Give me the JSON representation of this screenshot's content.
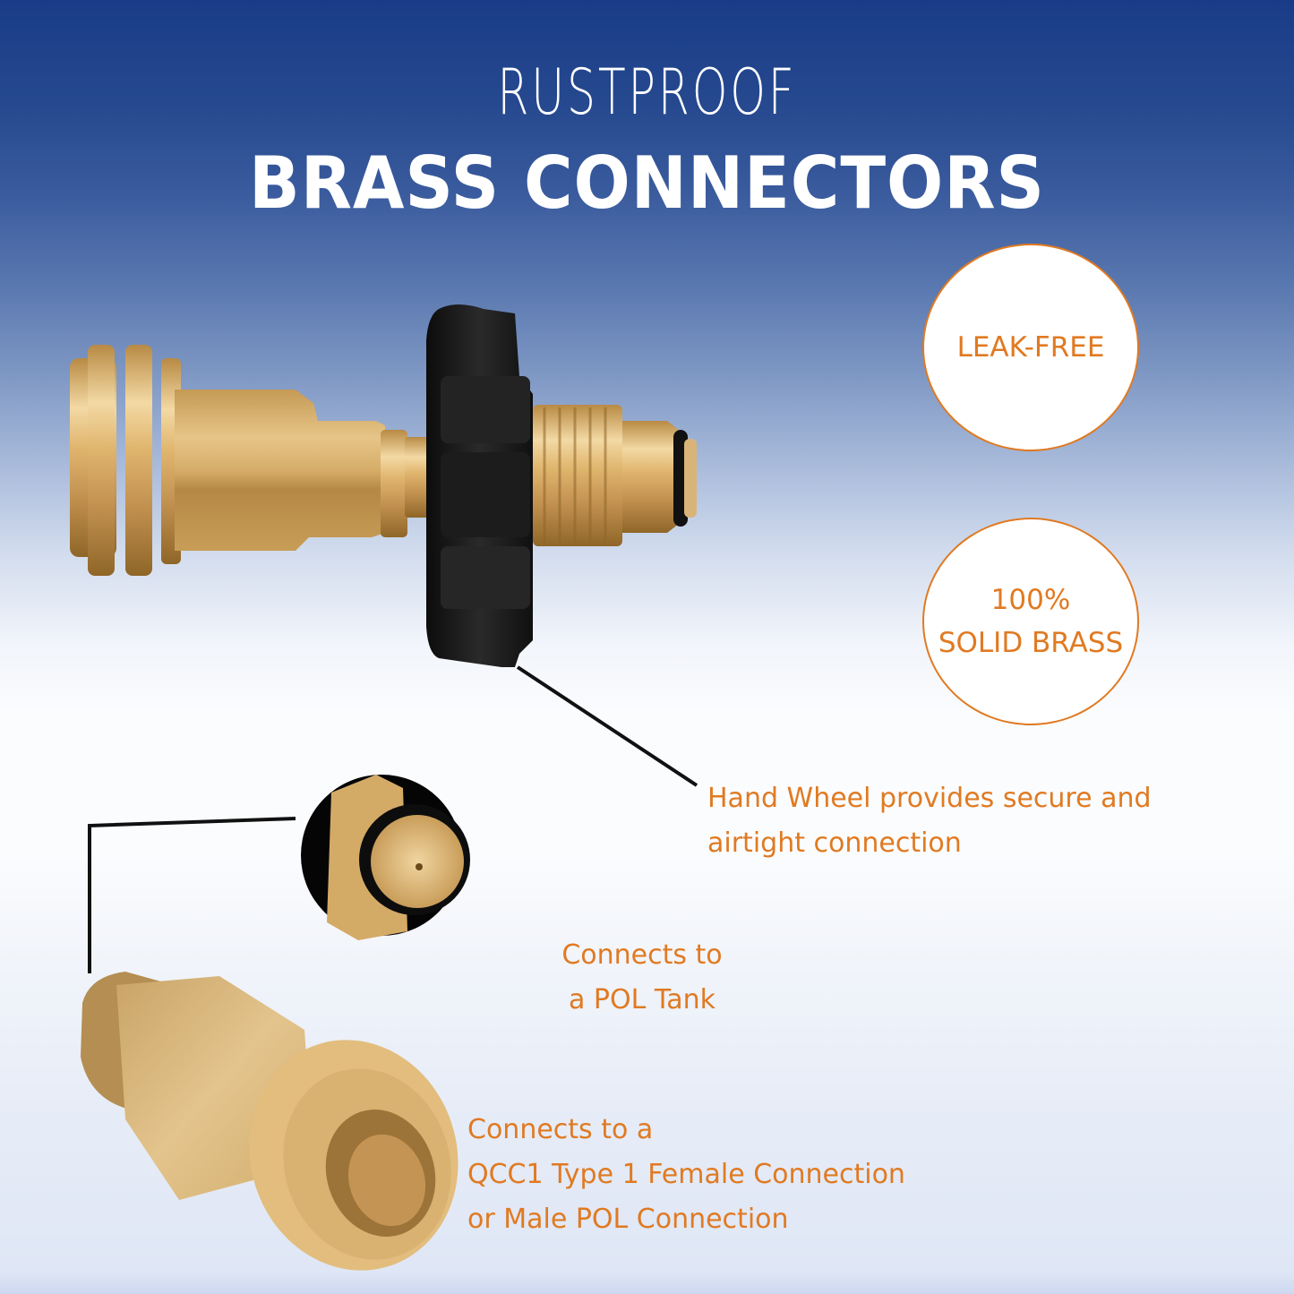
{
  "header": {
    "line1": "RUSTPROOF",
    "line2": "BRASS CONNECTORS"
  },
  "badges": [
    {
      "label": "LEAK-FREE"
    },
    {
      "label": "100%\nSOLID BRASS"
    }
  ],
  "callouts": {
    "hand_wheel": "Hand Wheel provides secure and\nairtight connection",
    "pol_tank": "Connects to\na POL Tank",
    "qcc1": "Connects to a\nQCC1 Type 1 Female Connection\nor Male POL Connection"
  },
  "colors": {
    "header_blue": "#1a3c88",
    "accent_orange": "#e07a22",
    "brass": "#d9aa62",
    "hand_wheel_black": "#161616"
  },
  "images": [
    {
      "name": "propane-adapter-with-hand-wheel"
    },
    {
      "name": "pol-tip-closeup"
    },
    {
      "name": "qcc1-female-fitting"
    }
  ]
}
